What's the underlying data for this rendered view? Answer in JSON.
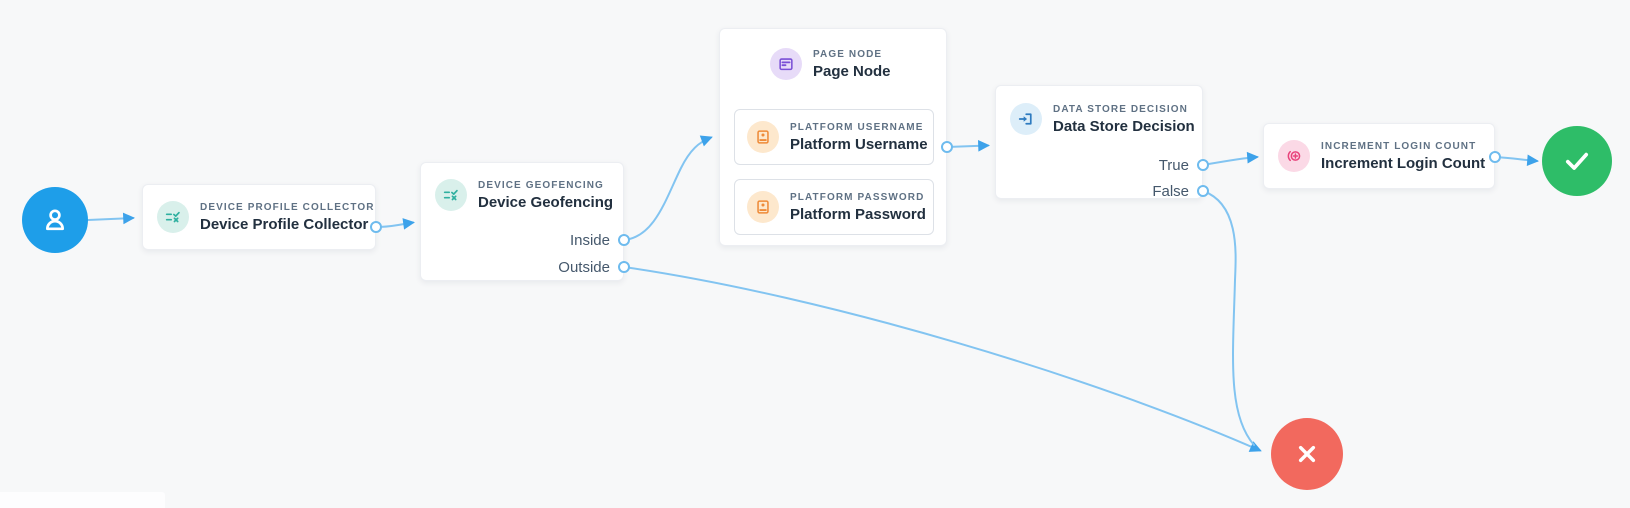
{
  "colors": {
    "canvas_bg": "#f7f8f9",
    "link": "#82c4f1",
    "arrow": "#3da2ea",
    "port_border": "#6ebbee",
    "start_node": "#1e9ee9",
    "success_node": "#2ebd68",
    "failure_node": "#f2695e",
    "teal_icon_bg": "#d9f0eb",
    "teal_icon": "#2fb0a0",
    "purple_icon_bg": "#e7dbf8",
    "purple_icon": "#7a4fd6",
    "orange_icon_bg": "#fde8cd",
    "orange_icon": "#ee8a38",
    "blue_icon_bg": "#ddeef9",
    "blue_icon": "#2e7bc0",
    "pink_icon_bg": "#fbd9e6",
    "pink_icon": "#e8447c",
    "node_title": "#22303f",
    "node_label": "#5f7184",
    "output_label": "#45586c"
  },
  "flow": {
    "terminals": {
      "start_icon": "user-icon",
      "success_icon": "check-icon",
      "failure_icon": "x-icon"
    },
    "nodes": [
      {
        "type_label": "DEVICE PROFILE COLLECTOR",
        "title": "Device Profile Collector",
        "icon": "checklist-icon"
      },
      {
        "type_label": "DEVICE GEOFENCING",
        "title": "Device Geofencing",
        "icon": "checklist-icon",
        "outputs": [
          "Inside",
          "Outside"
        ]
      },
      {
        "type_label": "PAGE NODE",
        "title": "Page Node",
        "icon": "page-icon",
        "children": [
          {
            "type_label": "PLATFORM USERNAME",
            "title": "Platform Username",
            "icon": "badge-icon"
          },
          {
            "type_label": "PLATFORM PASSWORD",
            "title": "Platform Password",
            "icon": "badge-icon"
          }
        ]
      },
      {
        "type_label": "DATA STORE DECISION",
        "title": "Data Store Decision",
        "icon": "signin-icon",
        "outputs": [
          "True",
          "False"
        ]
      },
      {
        "type_label": "INCREMENT LOGIN COUNT",
        "title": "Increment Login Count",
        "icon": "increment-icon"
      }
    ]
  }
}
